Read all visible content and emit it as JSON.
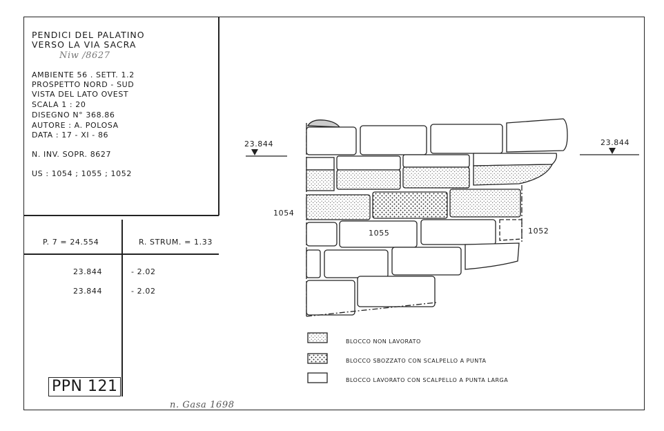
{
  "title": {
    "line1": "PENDICI DEL PALATINO",
    "line2": "VERSO LA VIA SACRA",
    "handwritten": "Niw /8627"
  },
  "info": {
    "ambiente": "AMBIENTE  56 . SETT. 1.2",
    "prospetto": "PROSPETTO NORD - SUD",
    "vista": "VISTA DEL LATO OVEST",
    "scala": "SCALA  1 : 20",
    "disegno": "DISEGNO  N° 368.86",
    "autore": "AUTORE : A. POLOSA",
    "data": "DATA  : 17 - XI - 86",
    "inv": "N. INV. SOPR. 8627",
    "us": "US : 1054 ; 1055 ; 1052"
  },
  "levels": {
    "p7": "P. 7  = 24.554",
    "rstrum": "R. STRUM. = 1.33",
    "rows": [
      {
        "quota": "23.844",
        "diff": "- 2.02"
      },
      {
        "quota": "23.844",
        "diff": "- 2.02"
      }
    ]
  },
  "drawing": {
    "level_left": "23.844",
    "level_right": "23.844",
    "us_left": "1054",
    "us_center": "1055",
    "us_right": "1052"
  },
  "legend": [
    {
      "label": "BLOCCO NON LAVORATO",
      "pattern": "fine-stipple"
    },
    {
      "label": "BLOCCO SBOZZATO CON SCALPELLO A PUNTA",
      "pattern": "coarse-stipple"
    },
    {
      "label": "BLOCCO LAVORATO CON SCALPELLO A PUNTA LARGA",
      "pattern": "blank"
    }
  ],
  "stamp": "PPN 121",
  "footer_handwritten": "n. Gasa 1698"
}
